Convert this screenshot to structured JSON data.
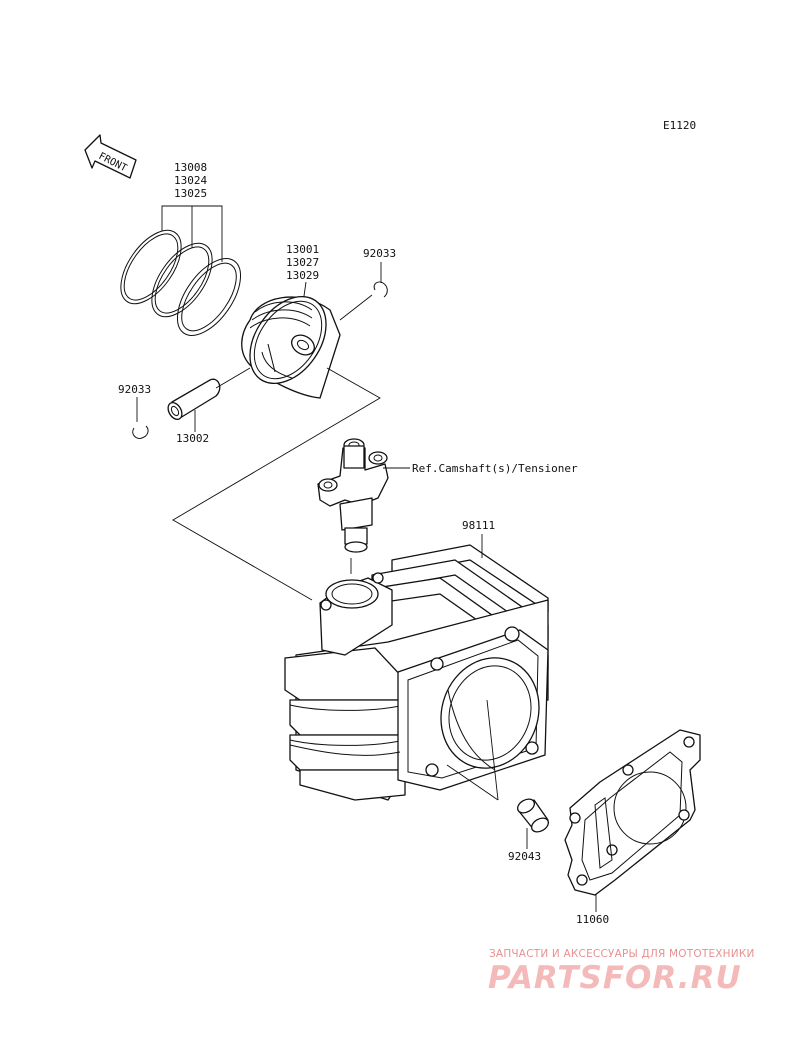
{
  "diagram_code": "E1120",
  "front_label": "FRONT",
  "labels": {
    "rings": [
      "13008",
      "13024",
      "13025"
    ],
    "piston": [
      "13001",
      "13027",
      "13029"
    ],
    "clip_right": "92033",
    "clip_left": "92033",
    "pin": "13002",
    "ref": "Ref.Camshaft(s)/Tensioner",
    "cylinder": "98111",
    "dowel": "92043",
    "gasket": "11060"
  },
  "watermark": {
    "line1": "ЗАПЧАСТИ И АКСЕССУАРЫ ДЛЯ МОТОТЕХНИКИ",
    "line2": "PARTSFOR.RU"
  }
}
